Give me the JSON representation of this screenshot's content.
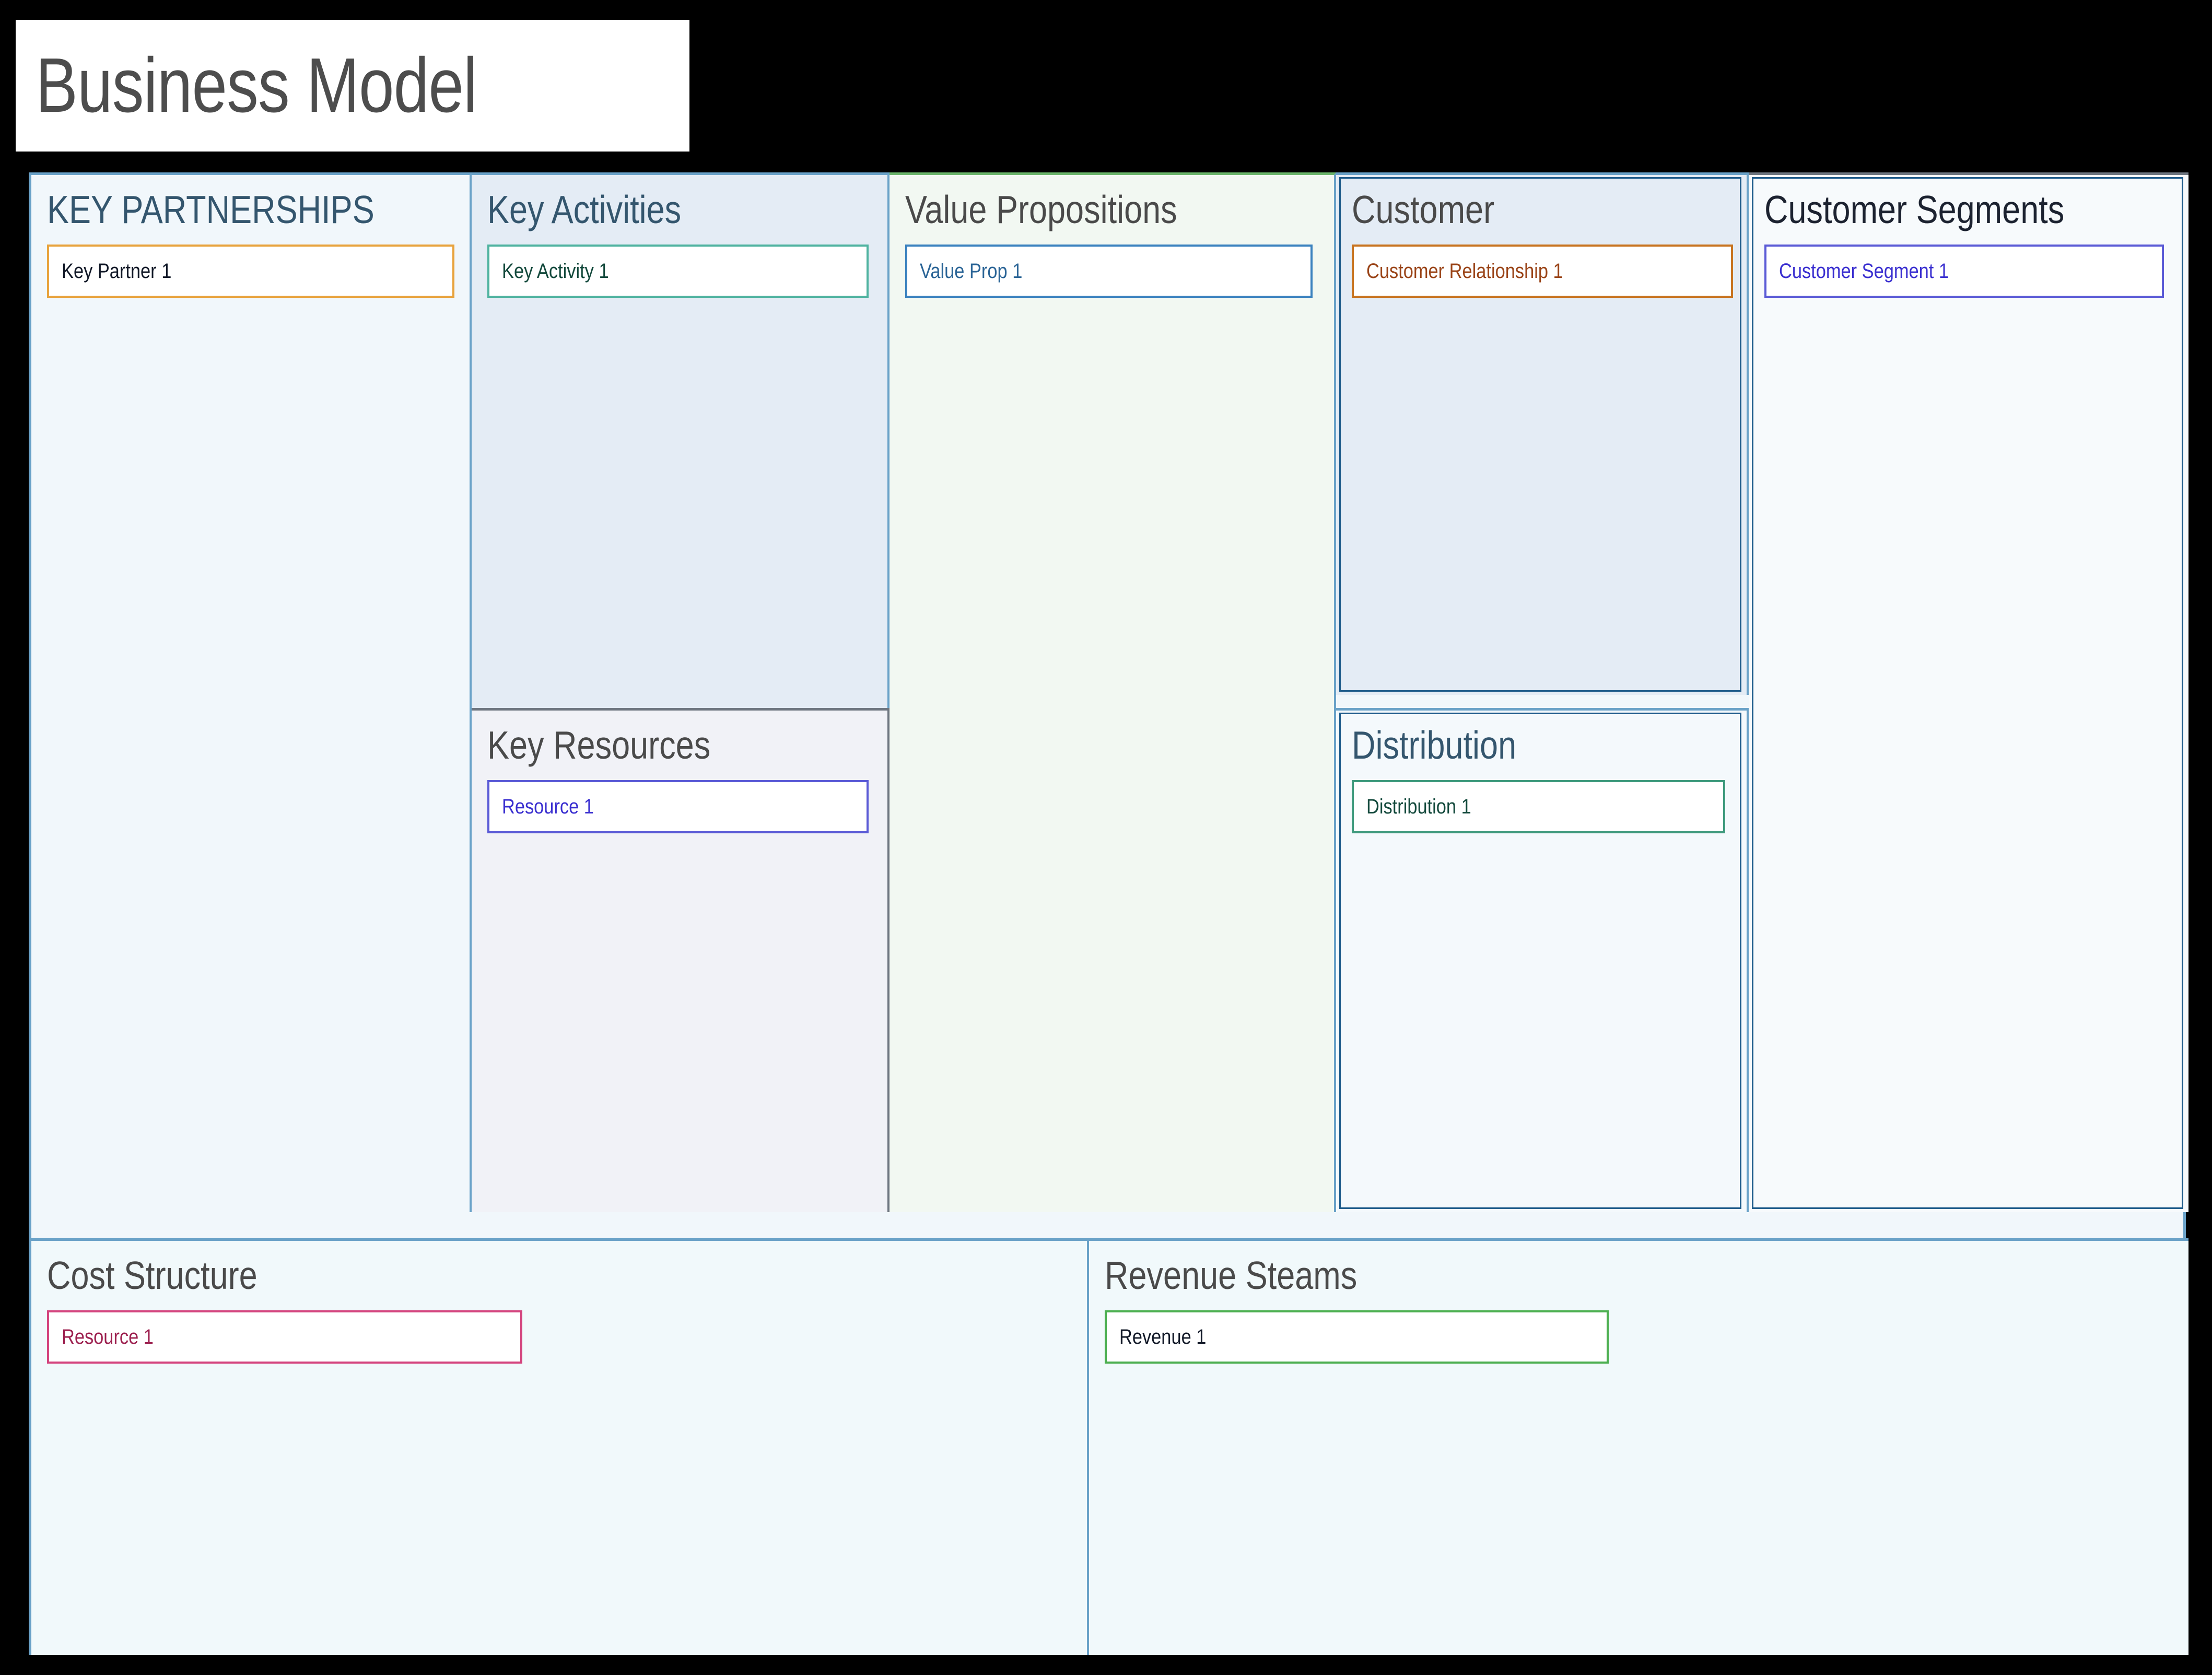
{
  "page": {
    "background_color": "#000000",
    "title": "Business Model",
    "title_color": "#4d4d4d",
    "title_bg": "#ffffff"
  },
  "canvas": {
    "background_color": "#f1f7fb",
    "frame_color": "#6aa2c8"
  },
  "blocks": [
    {
      "id": "key-partnerships",
      "name": "key-partnerships",
      "title": "KEY PARTNERSHIPS",
      "title_style": "slate",
      "panel_bg": "#f1f7fb",
      "top_border_color": "#6aa2c8",
      "card": {
        "text": "Key Partner 1",
        "border_color": "#e8a33d",
        "text_color": "#111827",
        "bg": "#ffffff"
      }
    },
    {
      "id": "key-activities",
      "name": "key-activities",
      "title": "Key Activities",
      "title_style": "slate",
      "panel_bg": "#e4ecf5",
      "top_border_color": "#6aa2c8",
      "card": {
        "text": "Key Activity 1",
        "border_color": "#4fb3a0",
        "text_color": "#13493c",
        "bg": "#ffffff"
      }
    },
    {
      "id": "key-resources",
      "name": "key-resources",
      "title": "Key Resources",
      "title_style": "gray",
      "panel_bg": "#f1f2f7",
      "top_border_color": "#6e7680",
      "card": {
        "text": "Resource 1",
        "border_color": "#5b5bd6",
        "text_color": "#3a2fd0",
        "bg": "#ffffff"
      }
    },
    {
      "id": "value-propositions",
      "name": "value-propositions",
      "title": "Value Propositions",
      "title_style": "gray",
      "panel_bg": "#f2f8f2",
      "top_border_color": "#6bb56b",
      "card": {
        "text": "Value Prop 1",
        "border_color": "#3b82bf",
        "text_color": "#2a6496",
        "bg": "#ffffff"
      }
    },
    {
      "id": "customer-relationships",
      "name": "customer-relationships",
      "title": "Customer",
      "title_style": "gray",
      "panel_bg": "#e4ecf5",
      "top_border_color": "#6aa2c8",
      "inner_border_color": "#1f5c8b",
      "card": {
        "text": "Customer Relationship 1",
        "border_color": "#c87420",
        "text_color": "#9a4418",
        "bg": "#ffffff"
      }
    },
    {
      "id": "distribution",
      "name": "distribution",
      "title": "Distribution",
      "title_style": "slate",
      "panel_bg": "#f4f9fc",
      "top_border_color": "#6aa2c8",
      "inner_border_color": "#1f5c8b",
      "card": {
        "text": "Distribution 1",
        "border_color": "#3f9a7d",
        "text_color": "#13493c",
        "bg": "#ffffff"
      }
    },
    {
      "id": "customer-segments",
      "name": "customer-segments",
      "title": "Customer Segments",
      "title_style": "dark",
      "panel_bg": "#f7fafc",
      "top_border_color": "#6e7680",
      "inner_border_color": "#1f5c8b",
      "card": {
        "text": "Customer Segment 1",
        "border_color": "#5b5bd6",
        "text_color": "#3a2fd0",
        "bg": "#ffffff"
      }
    },
    {
      "id": "cost-structure",
      "name": "cost-structure",
      "title": "Cost Structure",
      "title_style": "gray",
      "panel_bg": "#f1f9fb",
      "top_border_color": "#6aa2c8",
      "card": {
        "text": "Resource 1",
        "border_color": "#d4447e",
        "text_color": "#9c1f4e",
        "bg": "#ffffff"
      }
    },
    {
      "id": "revenue-streams",
      "name": "revenue-streams",
      "title": "Revenue Steams",
      "title_style": "gray",
      "panel_bg": "#f1f9fb",
      "top_border_color": "#6aa2c8",
      "card": {
        "text": "Revenue 1",
        "border_color": "#4caf50",
        "text_color": "#111827",
        "bg": "#ffffff"
      }
    }
  ]
}
